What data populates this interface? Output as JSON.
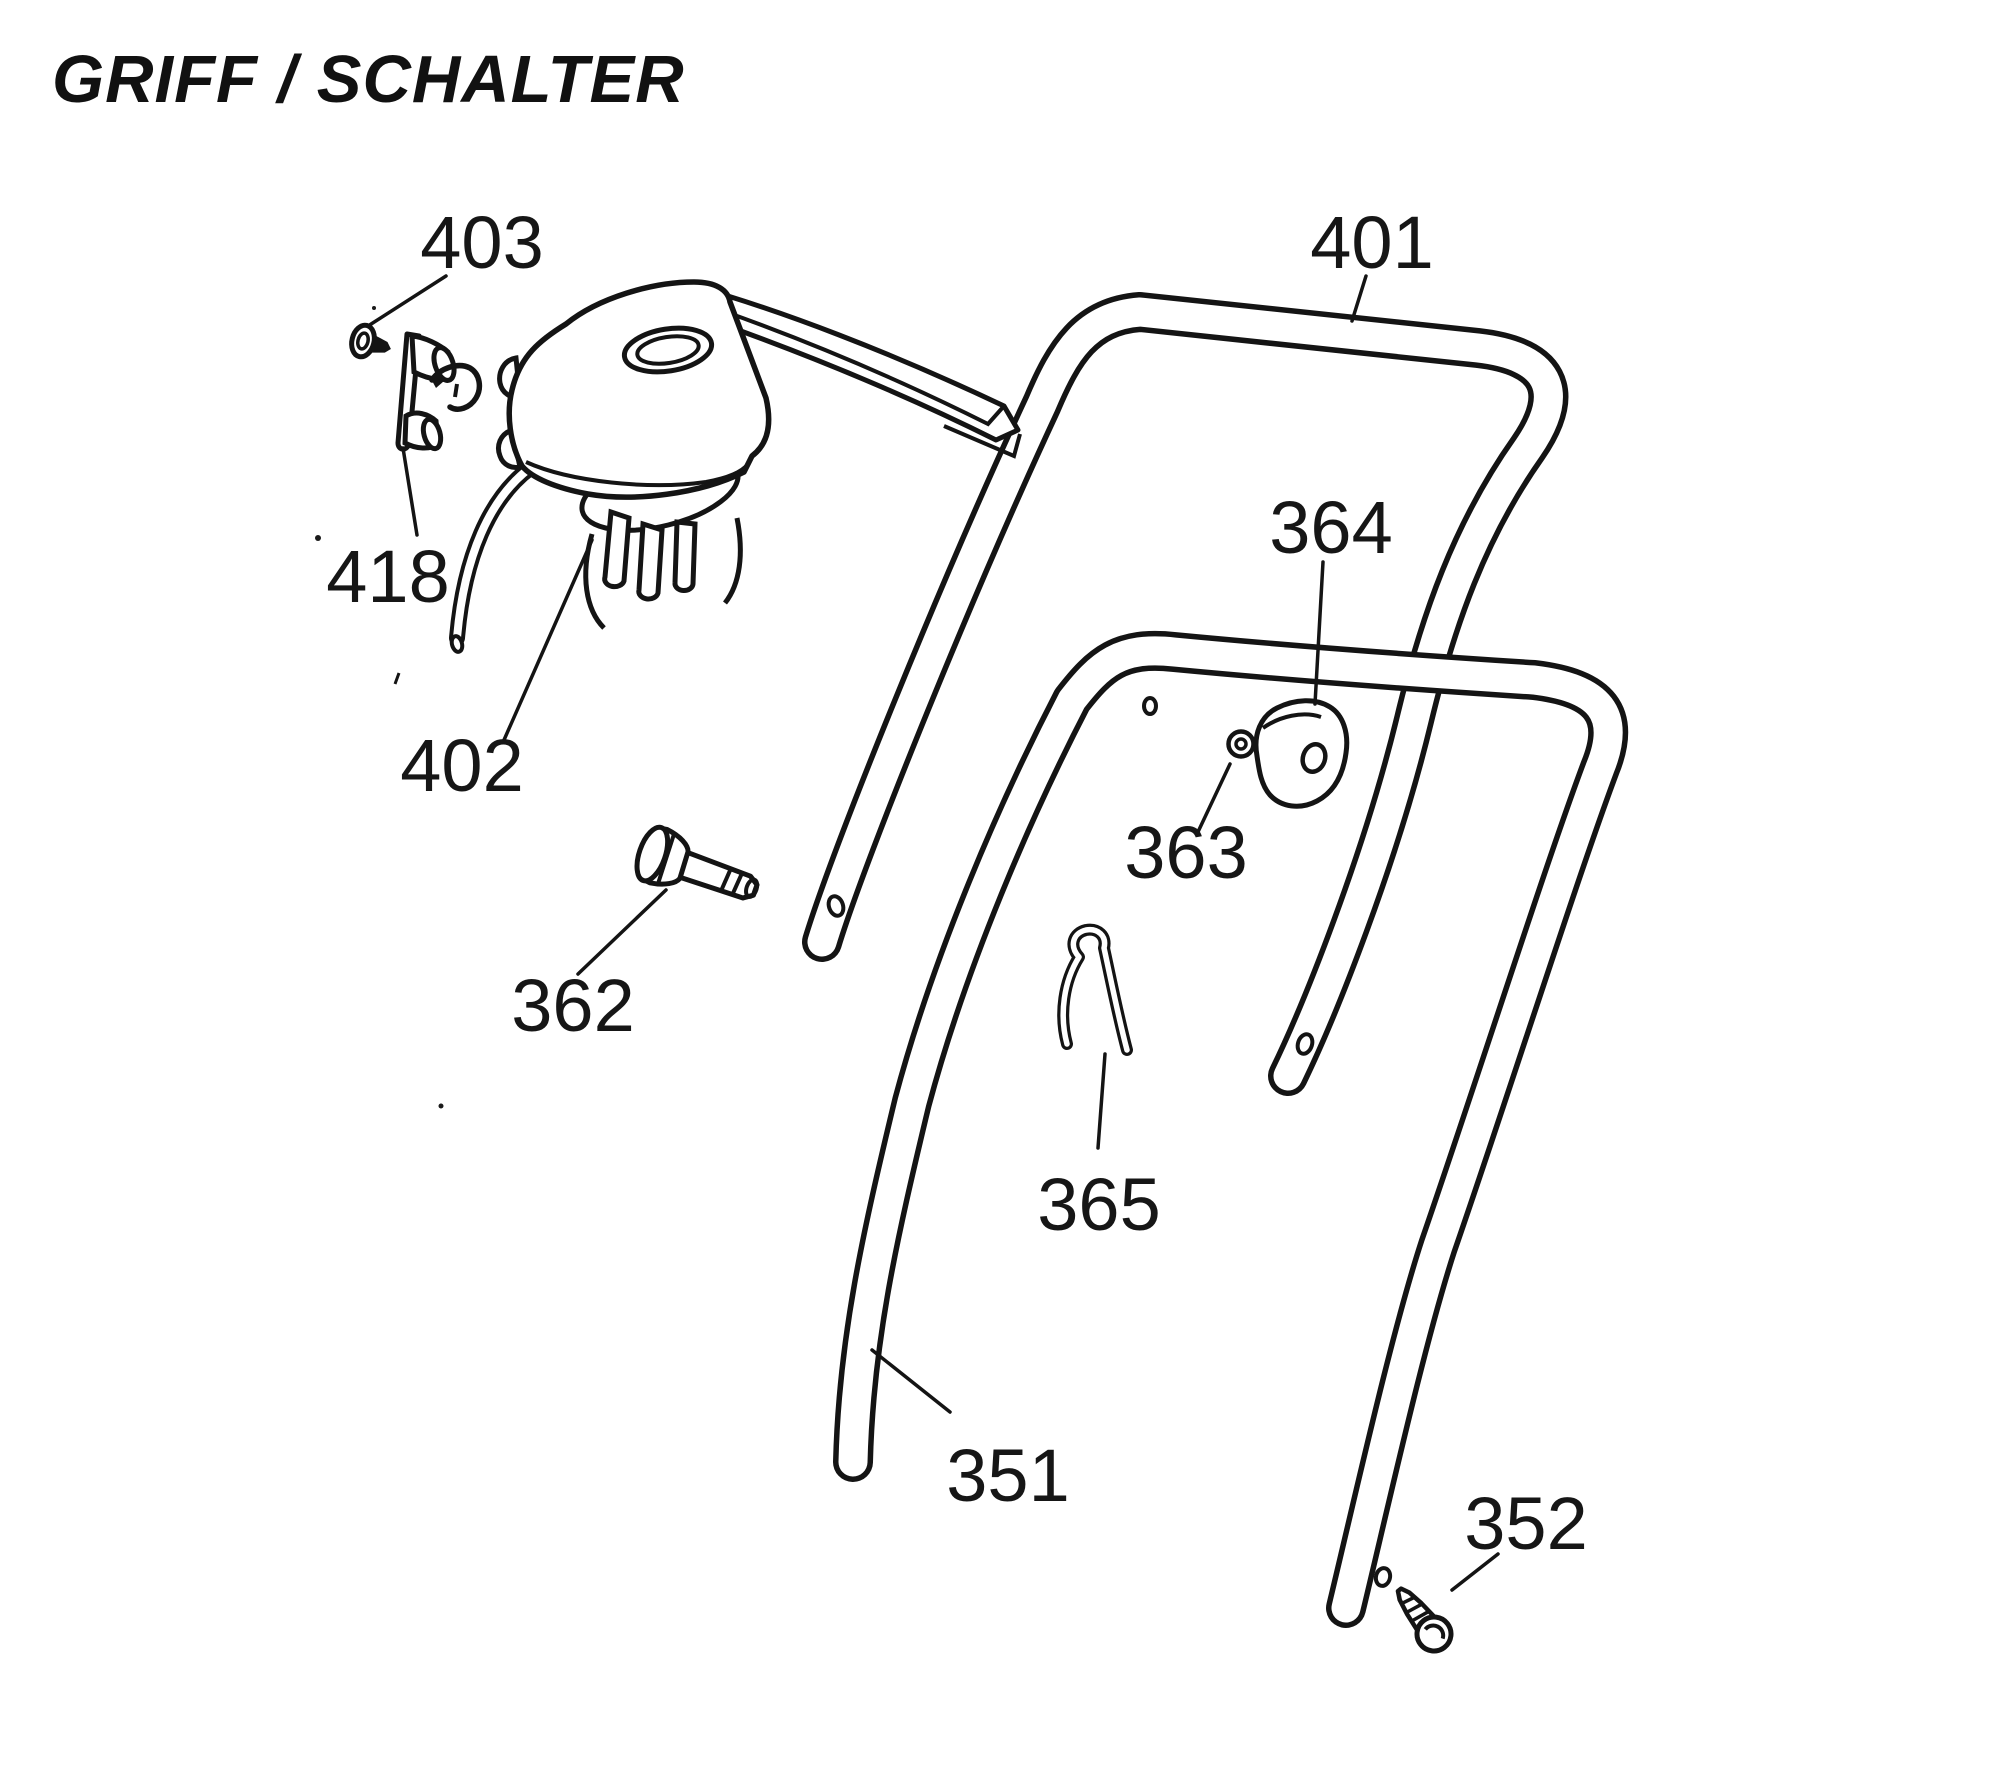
{
  "title": "GRIFF / SCHALTER",
  "colors": {
    "ink": "#141414",
    "paper": "#ffffff"
  },
  "callouts": {
    "c403": "403",
    "c418": "418",
    "c402": "402",
    "c362": "362",
    "c401": "401",
    "c364": "364",
    "c363": "363",
    "c365": "365",
    "c351": "351",
    "c352": "352"
  }
}
